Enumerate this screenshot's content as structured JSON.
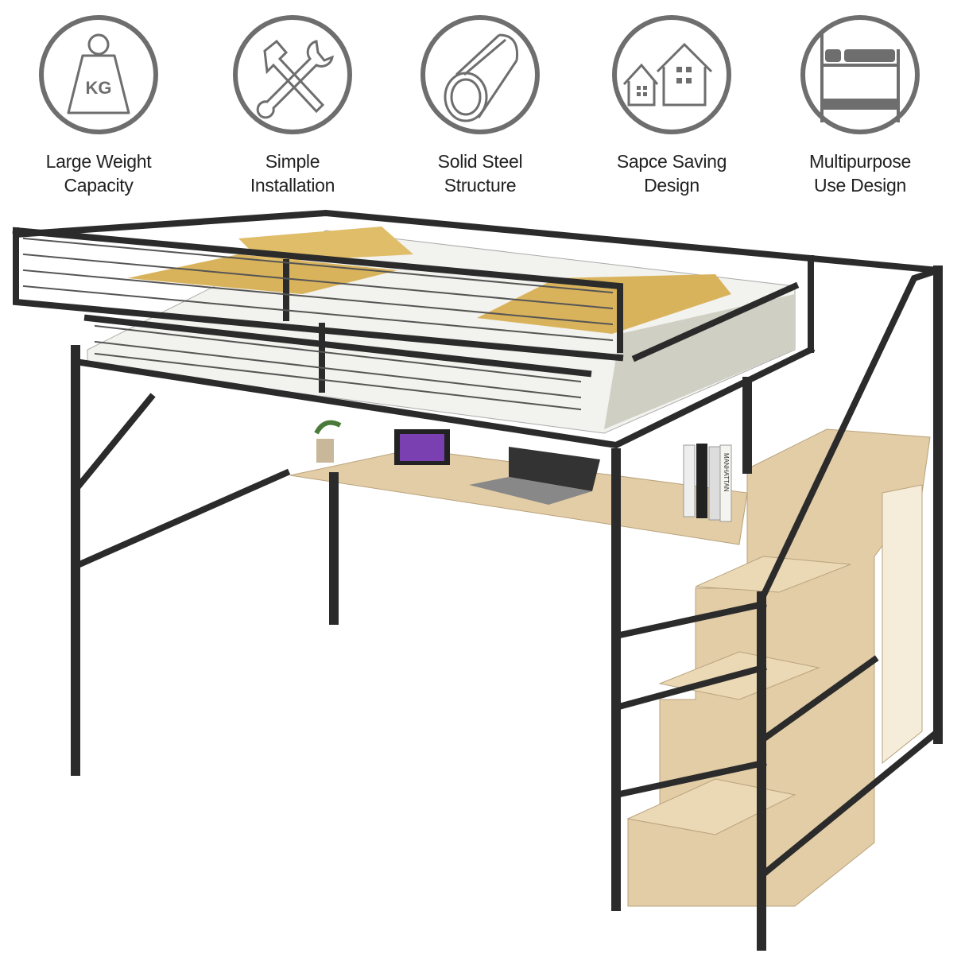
{
  "features": [
    {
      "icon": "weight-kg-icon",
      "line1": "Large Weight",
      "line2": "Capacity",
      "glyph": "KG"
    },
    {
      "icon": "tools-icon",
      "line1": "Simple",
      "line2": "Installation"
    },
    {
      "icon": "steel-tube-icon",
      "line1": "Solid Steel",
      "line2": "Structure"
    },
    {
      "icon": "houses-icon",
      "line1": "Sapce Saving",
      "line2": "Design"
    },
    {
      "icon": "bunk-bed-icon",
      "line1": "Multipurpose",
      "line2": "Use Design"
    }
  ],
  "product": {
    "book_spine": "MANHATTAN"
  },
  "colors": {
    "icon_gray": "#6e6e6e",
    "frame": "#2b2b2b",
    "wood": "#e3cda6",
    "bedding": "#d9b35c"
  }
}
